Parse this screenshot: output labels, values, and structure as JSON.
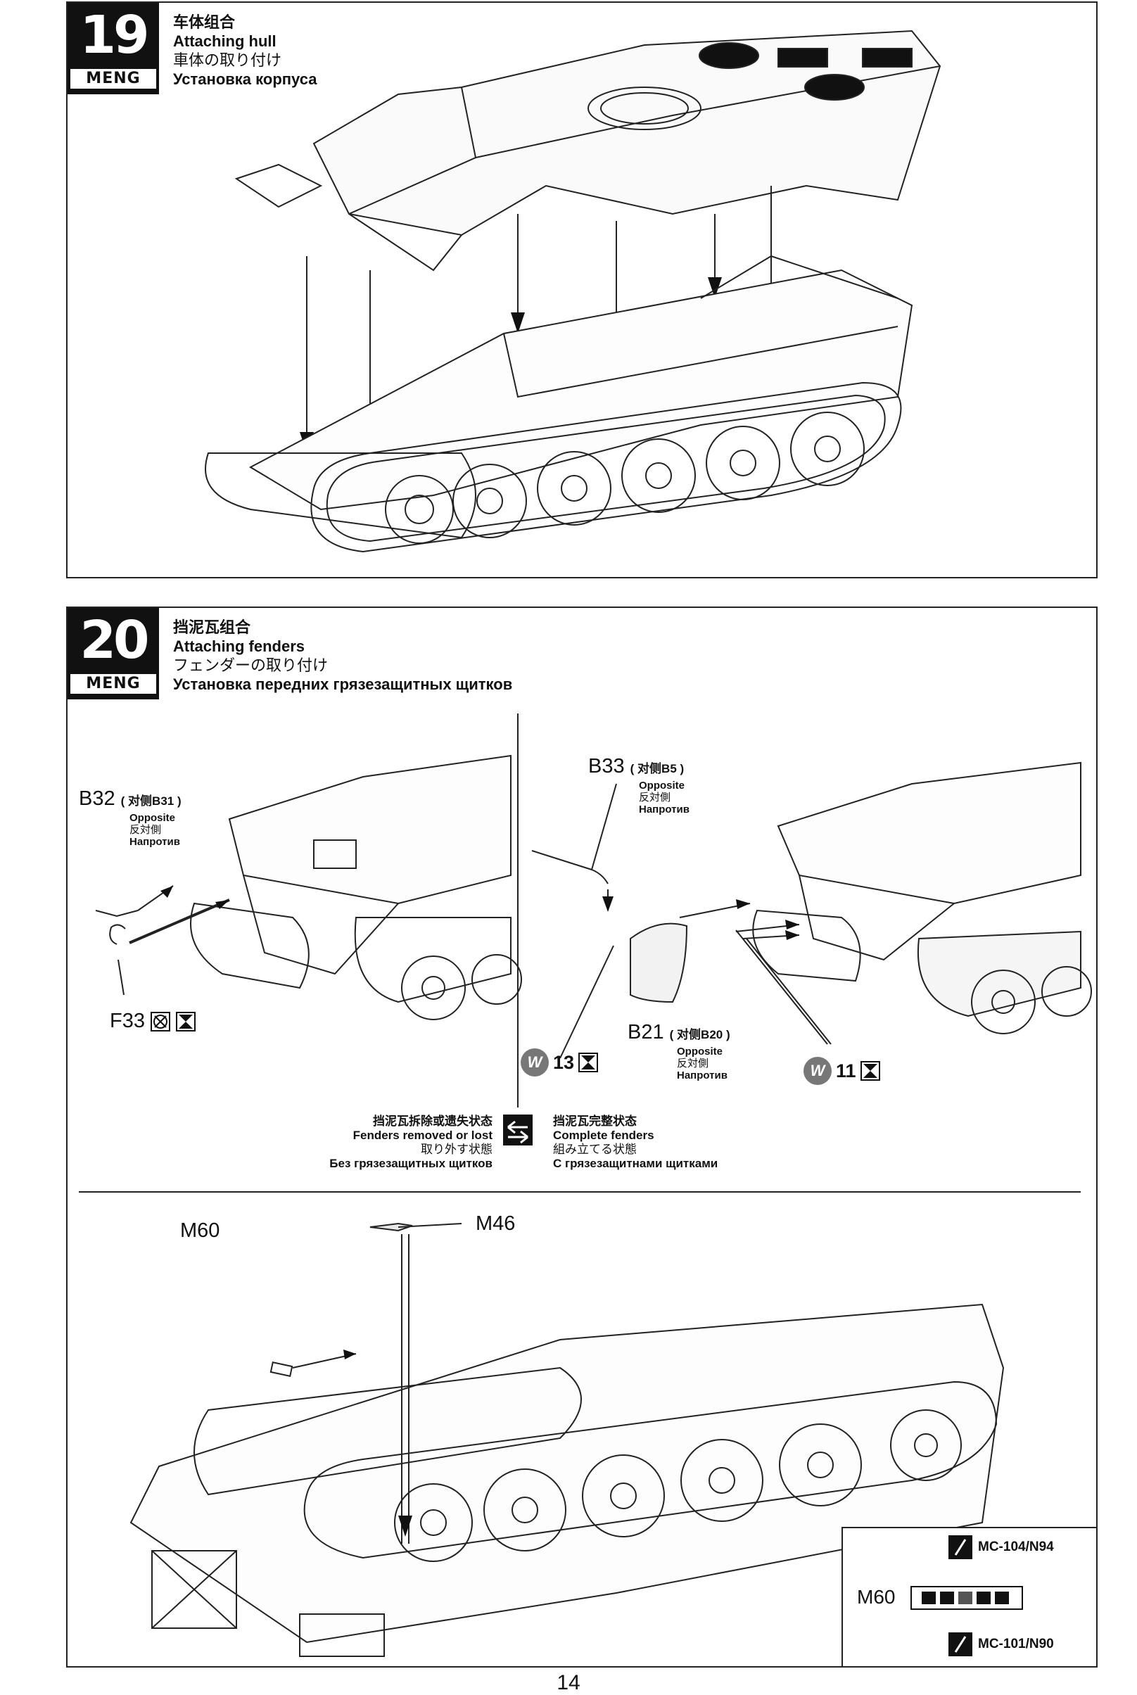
{
  "step19": {
    "number": "19",
    "brand": "MENG",
    "title_zh": "车体组合",
    "title_en": "Attaching hull",
    "title_ja": "車体の取り付け",
    "title_ru": "Установка корпуса"
  },
  "step20": {
    "number": "20",
    "brand": "MENG",
    "title_zh": "挡泥瓦组合",
    "title_en": "Attaching fenders",
    "title_ja": "フェンダーの取り付け",
    "title_ru": "Установка передних грязезащитных щитков",
    "parts": {
      "b32": {
        "code": "B32",
        "paren": "( 对侧B31 )",
        "en": "Opposite",
        "ja": "反対側",
        "ru": "Напротив"
      },
      "f33": {
        "code": "F33"
      },
      "b33": {
        "code": "B33",
        "paren": "( 对侧B5 )",
        "en": "Opposite",
        "ja": "反対側",
        "ru": "Напротив"
      },
      "b21": {
        "code": "B21",
        "paren": "( 对侧B20 )",
        "en": "Opposite",
        "ja": "反対側",
        "ru": "Напротив"
      },
      "w13": {
        "letter": "W",
        "count": "13"
      },
      "w11": {
        "letter": "W",
        "count": "11"
      },
      "m60": {
        "code": "M60"
      },
      "m46": {
        "code": "M46"
      }
    },
    "legend": {
      "left_zh": "挡泥瓦拆除或遗失状态",
      "left_en": "Fenders removed or lost",
      "left_ja": "取り外す状態",
      "left_ru": "Без грязезащитных щитков",
      "right_zh": "挡泥瓦完整状态",
      "right_en": "Complete fenders",
      "right_ja": "組み立てる状態",
      "right_ru": "С грязезащитнами щитками"
    },
    "paint": {
      "part": "M60",
      "top_color": "MC-104/N94",
      "bottom_color": "MC-101/N90"
    }
  },
  "page_number": "14"
}
